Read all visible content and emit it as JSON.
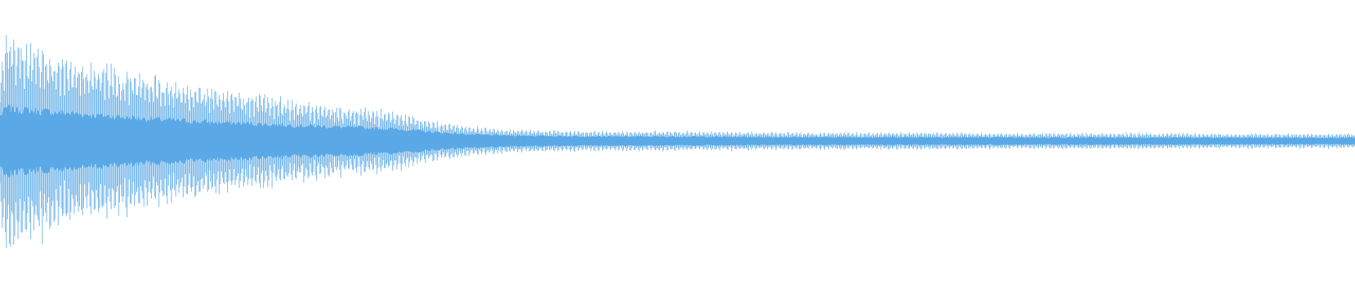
{
  "waveform": {
    "color": "#5aa9e6",
    "background": "#ffffff",
    "envelope": {
      "time_fraction": [
        0.0,
        0.005,
        0.02,
        0.05,
        0.1,
        0.15,
        0.2,
        0.25,
        0.28,
        0.3,
        0.32,
        0.35,
        0.37,
        0.4,
        0.45,
        0.5,
        0.55,
        0.6,
        0.65,
        0.7,
        0.75,
        0.8,
        0.85,
        0.9,
        0.95,
        1.0
      ],
      "peak_amplitude": [
        0.6,
        0.88,
        0.82,
        0.68,
        0.56,
        0.44,
        0.36,
        0.28,
        0.26,
        0.22,
        0.16,
        0.12,
        0.1,
        0.09,
        0.08,
        0.08,
        0.075,
        0.07,
        0.07,
        0.07,
        0.065,
        0.065,
        0.065,
        0.06,
        0.06,
        0.06
      ],
      "body_amplitude": [
        0.2,
        0.26,
        0.24,
        0.22,
        0.18,
        0.15,
        0.13,
        0.11,
        0.1,
        0.09,
        0.07,
        0.05,
        0.045,
        0.04,
        0.035,
        0.035,
        0.032,
        0.03,
        0.03,
        0.03,
        0.028,
        0.028,
        0.028,
        0.026,
        0.026,
        0.026
      ]
    }
  }
}
